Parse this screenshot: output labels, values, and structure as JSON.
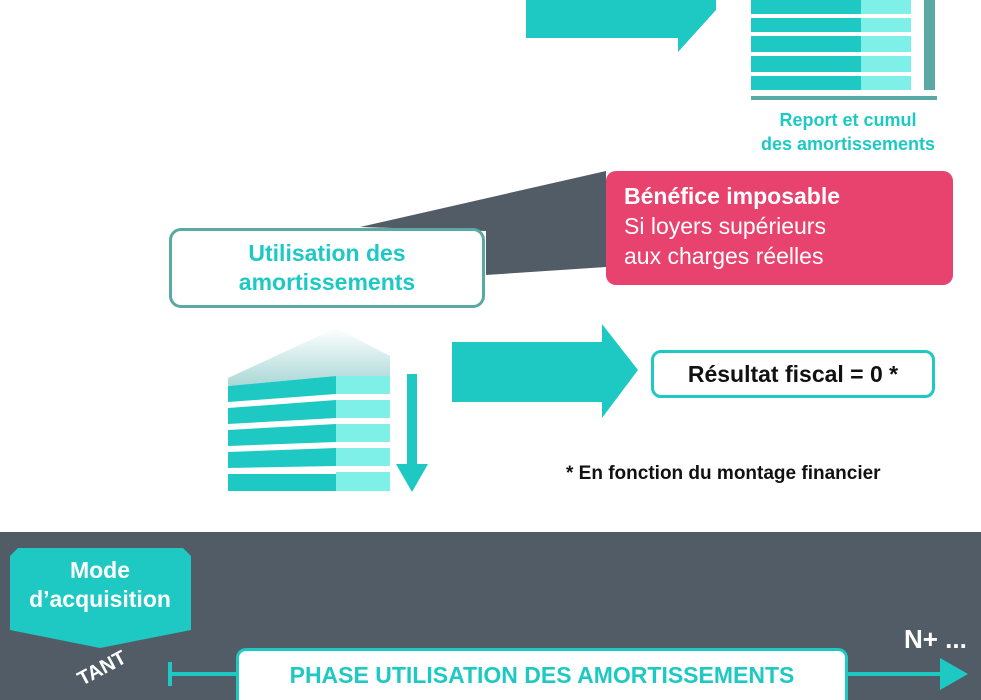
{
  "report": {
    "line1": "Report et cumul",
    "line2": "des amortissements"
  },
  "utilisation": {
    "line1": "Utilisation des",
    "line2": "amortissements"
  },
  "benefice": {
    "title": "Bénéfice imposable",
    "line1": "Si loyers supérieurs",
    "line2": "aux charges réelles"
  },
  "resultat": {
    "label": "Résultat fiscal = 0 *"
  },
  "note": {
    "text": "* En fonction du montage financier"
  },
  "bottom": {
    "mode": {
      "line1": "Mode",
      "line2": "d’acquisition"
    },
    "comptant": "ΤΑΝΤ",
    "phase": "PHASE UTILISATION DES AMORTISSEMENTS",
    "nplus": "N+ ..."
  },
  "colors": {
    "teal": "#1ec9c4",
    "light_teal": "#7ff0e8",
    "dark_gray": "#525c66",
    "pink": "#e8436e",
    "outline_teal": "#5aa9a4"
  }
}
